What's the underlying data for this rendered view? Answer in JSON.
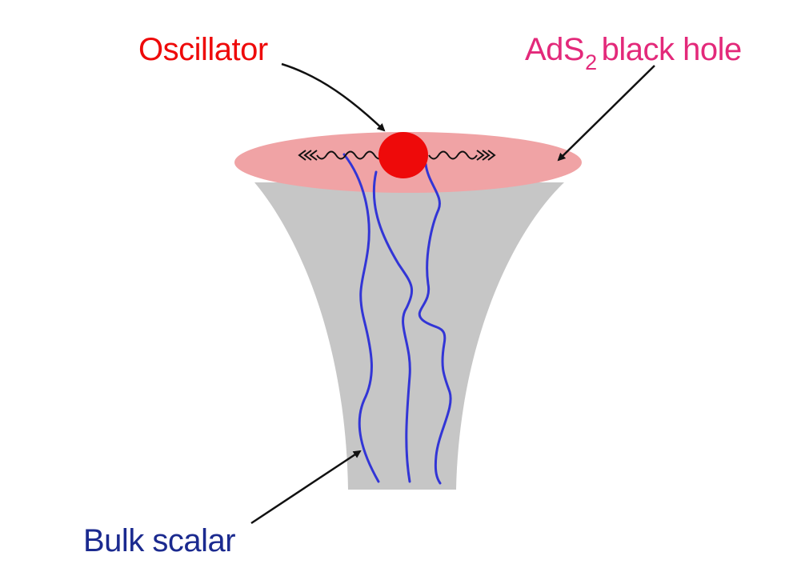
{
  "labels": {
    "oscillator": "Oscillator",
    "ads_main": "AdS",
    "ads_sub": "2",
    "ads_rest": "black hole",
    "bulk_scalar": "Bulk scalar"
  },
  "colors": {
    "oscillator_label": "#ee0a0a",
    "ads_label": "#e3297a",
    "bulk_label": "#1b2a8f",
    "throat": "#c6c6c6",
    "horizon_disk": "#f0a3a5",
    "oscillator_ball": "#ee0a0a",
    "strings": "#3235d6",
    "arrows": "#111111"
  },
  "icons": {
    "wave_left": "wavy-arrow-left-icon",
    "wave_right": "wavy-arrow-right-icon"
  }
}
